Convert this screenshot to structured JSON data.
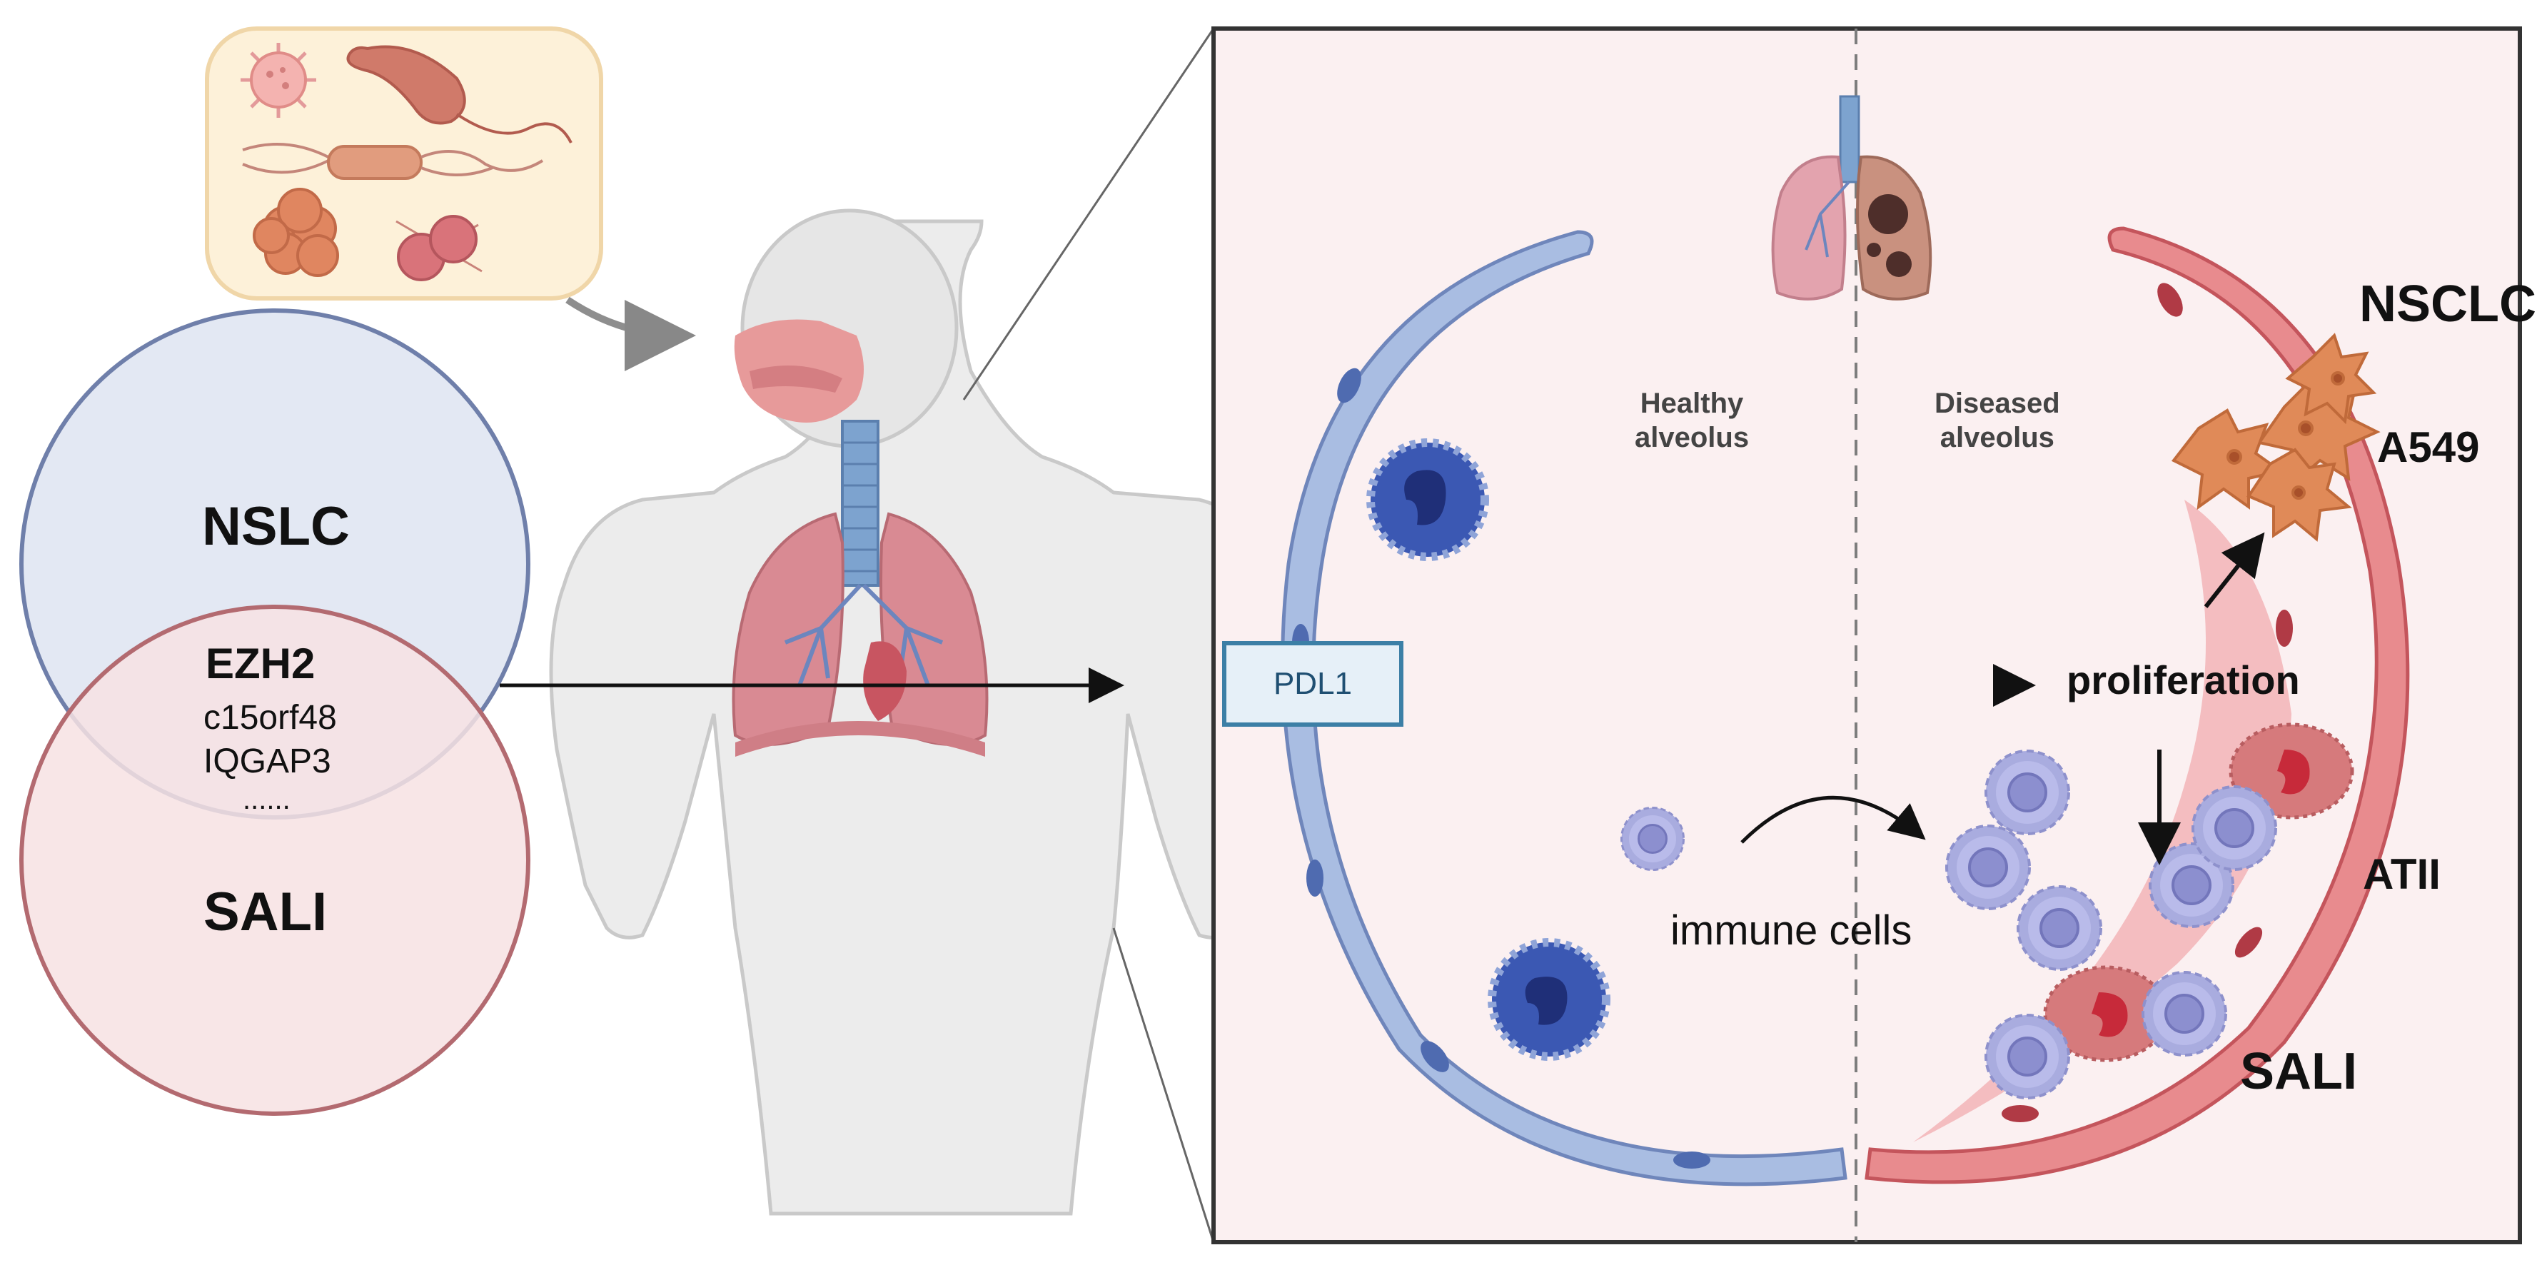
{
  "venn": {
    "circle_a_label": "NSLC",
    "circle_b_label": "SALI",
    "overlap_title": "EZH2",
    "overlap_genes": [
      "c15orf48",
      "IQGAP3",
      "......"
    ]
  },
  "panel": {
    "healthy_label": [
      "Healthy",
      "alveolus"
    ],
    "diseased_label": [
      "Diseased",
      "alveolus"
    ],
    "pdl1_label": "PDL1",
    "proliferation_label": "proliferation",
    "immune_cells_label": "immune cells",
    "nsclc_label": "NSCLC",
    "a549_label": "A549",
    "atii_label": "ATII",
    "sali_label": "SALI"
  },
  "colors": {
    "venn_a_fill": "#e3e8f3",
    "venn_a_stroke": "#6f7faa",
    "venn_b_fill": "#f7e2e3",
    "venn_b_stroke": "#b36a70",
    "panel_bg": "#fbf0f1",
    "healthy_wall": "#9fb4dd",
    "diseased_wall": "#e88b8e",
    "immune_cell": "#a9acdf",
    "tumor_cell": "#e08a58"
  },
  "icons": [
    "virus-icon",
    "bacteria-icon",
    "human-body-icon",
    "lungs-icon",
    "macrophage-icon",
    "immune-cell-icon",
    "tumor-cell-icon",
    "atii-cell-icon"
  ]
}
